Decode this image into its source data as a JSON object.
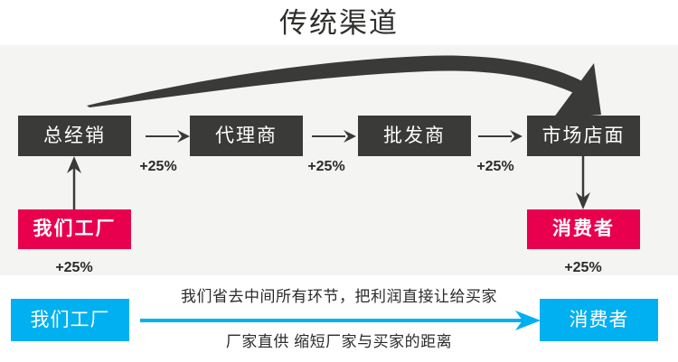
{
  "title": "传统渠道",
  "colors": {
    "dark_box": "#3a3a38",
    "crimson": "#e8004f",
    "cyan": "#00b0f0",
    "band_bg": "#f4f4f2",
    "page_bg": "#ffffff",
    "text_dark": "#2b2b2b"
  },
  "traditional_chain": {
    "boxes": [
      {
        "label": "总经销"
      },
      {
        "label": "代理商"
      },
      {
        "label": "批发商"
      },
      {
        "label": "市场店面"
      }
    ],
    "markups": [
      {
        "label": "+25%"
      },
      {
        "label": "+25%"
      },
      {
        "label": "+25%"
      }
    ]
  },
  "factory": {
    "label": "我们工厂",
    "markup": "+25%"
  },
  "consumer": {
    "label": "消费者",
    "markup": "+25%"
  },
  "direct": {
    "from_label": "我们工厂",
    "to_label": "消费者",
    "caption_top": "我们省去中间所有环节，把利润直接让给买家",
    "caption_bottom": "厂家直供 缩短厂家与买家的距离"
  },
  "icons": {
    "big_curved_arrow": "curved-arrow-icon",
    "chain_arrow": "right-arrow-icon",
    "up_arrow": "up-arrow-icon",
    "down_arrow": "down-arrow-icon",
    "direct_arrow": "long-right-arrow-icon"
  }
}
